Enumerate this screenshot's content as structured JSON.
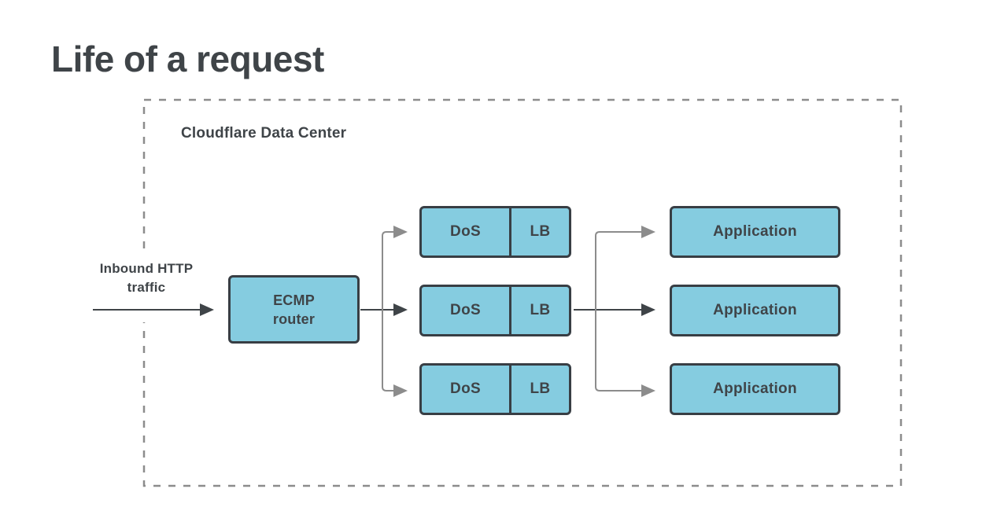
{
  "title": "Life of a request",
  "datacenter": {
    "label": "Cloudflare Data Center"
  },
  "inbound": {
    "line1": "Inbound HTTP",
    "line2": "traffic"
  },
  "nodes": {
    "ecmp": {
      "line1": "ECMP",
      "line2": "router"
    },
    "dos_lb_rows": [
      {
        "dos": "DoS",
        "lb": "LB"
      },
      {
        "dos": "DoS",
        "lb": "LB"
      },
      {
        "dos": "DoS",
        "lb": "LB"
      }
    ],
    "application_rows": [
      {
        "label": "Application"
      },
      {
        "label": "Application"
      },
      {
        "label": "Application"
      }
    ]
  },
  "colors": {
    "background": "#ffffff",
    "heading_text": "#3f4448",
    "node_fill": "#85cce0",
    "node_border": "#383e44",
    "node_text": "#3f4448",
    "boundary_dash": "#939393",
    "connector_gray": "#8c8c8c",
    "connector_dark": "#3f4448"
  }
}
